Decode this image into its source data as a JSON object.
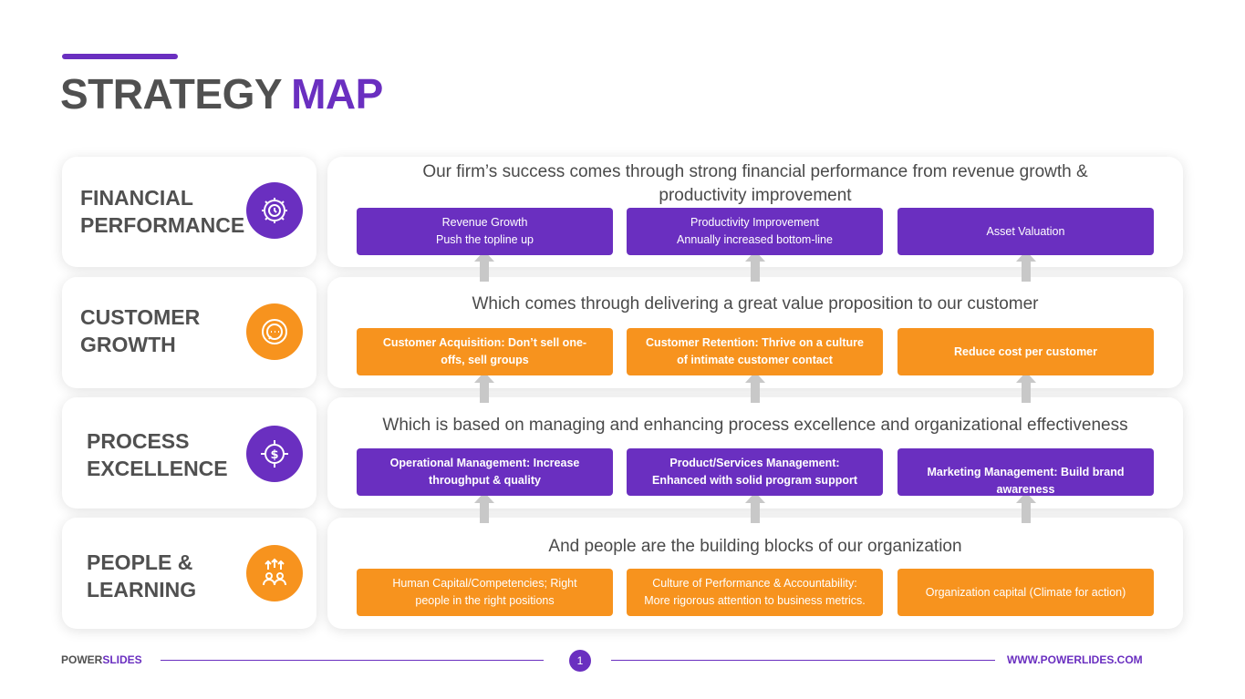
{
  "title": {
    "main": "STRATEGY",
    "accent": "MAP"
  },
  "colors": {
    "purple": "#6a2fc0",
    "orange": "#f7931e",
    "text": "#505050",
    "arrow": "#c8c8c8"
  },
  "rows": [
    {
      "label": [
        "FINANCIAL",
        "PERFORMANCE"
      ],
      "icon": "gear-clock-icon",
      "heading": "Our firm’s success comes through strong financial performance from revenue growth & productivity improvement",
      "boxes": [
        [
          "Revenue Growth",
          "Push the topline up"
        ],
        [
          "Productivity Improvement",
          "Annually increased bottom-line"
        ],
        [
          "Asset Valuation"
        ]
      ]
    },
    {
      "label": [
        "CUSTOMER",
        "GROWTH"
      ],
      "icon": "target-chat-icon",
      "heading": "Which comes through delivering a great value proposition to our customer",
      "boxes": [
        [
          "Customer Acquisition: Don’t sell one-",
          "offs, sell groups"
        ],
        [
          "Customer Retention: Thrive on a culture",
          "of intimate customer contact"
        ],
        [
          "Reduce cost per customer"
        ]
      ]
    },
    {
      "label": [
        "PROCESS",
        "EXCELLENCE"
      ],
      "icon": "dollar-target-icon",
      "heading": "Which is based on managing and enhancing process excellence and organizational effectiveness",
      "boxes": [
        [
          "Operational Management: Increase",
          "throughput & quality"
        ],
        [
          "Product/Services Management:",
          "Enhanced with solid program support"
        ],
        [
          "Marketing Management: Build brand",
          "awareness"
        ]
      ]
    },
    {
      "label": [
        "PEOPLE &",
        "LEARNING"
      ],
      "icon": "people-growth-icon",
      "heading": "And people are the building blocks of our organization",
      "boxes": [
        [
          "Human Capital/Competencies; Right",
          "people in the right positions"
        ],
        [
          "Culture of Performance & Accountability:",
          "More rigorous attention to business metrics."
        ],
        [
          "Organization capital (Climate for action)"
        ]
      ]
    }
  ],
  "footer": {
    "brand_main": "POWER",
    "brand_accent": "SLIDES",
    "page": "1",
    "url": "WWW.POWERLIDES.COM"
  }
}
